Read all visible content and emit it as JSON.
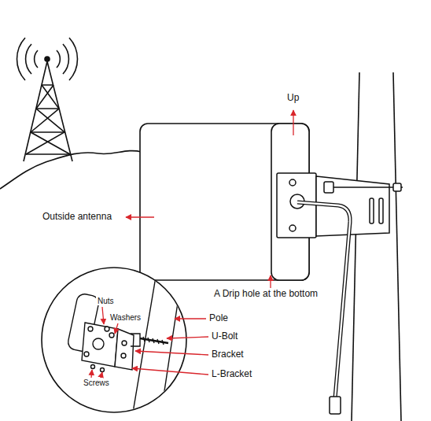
{
  "diagram": {
    "labels": [
      "Up",
      "Outside antenna",
      "A Drip hole at the bottom",
      "Nuts",
      "Washers",
      "Pole",
      "U-Bolt",
      "Bracket",
      "L-Bracket",
      "Screws"
    ]
  }
}
